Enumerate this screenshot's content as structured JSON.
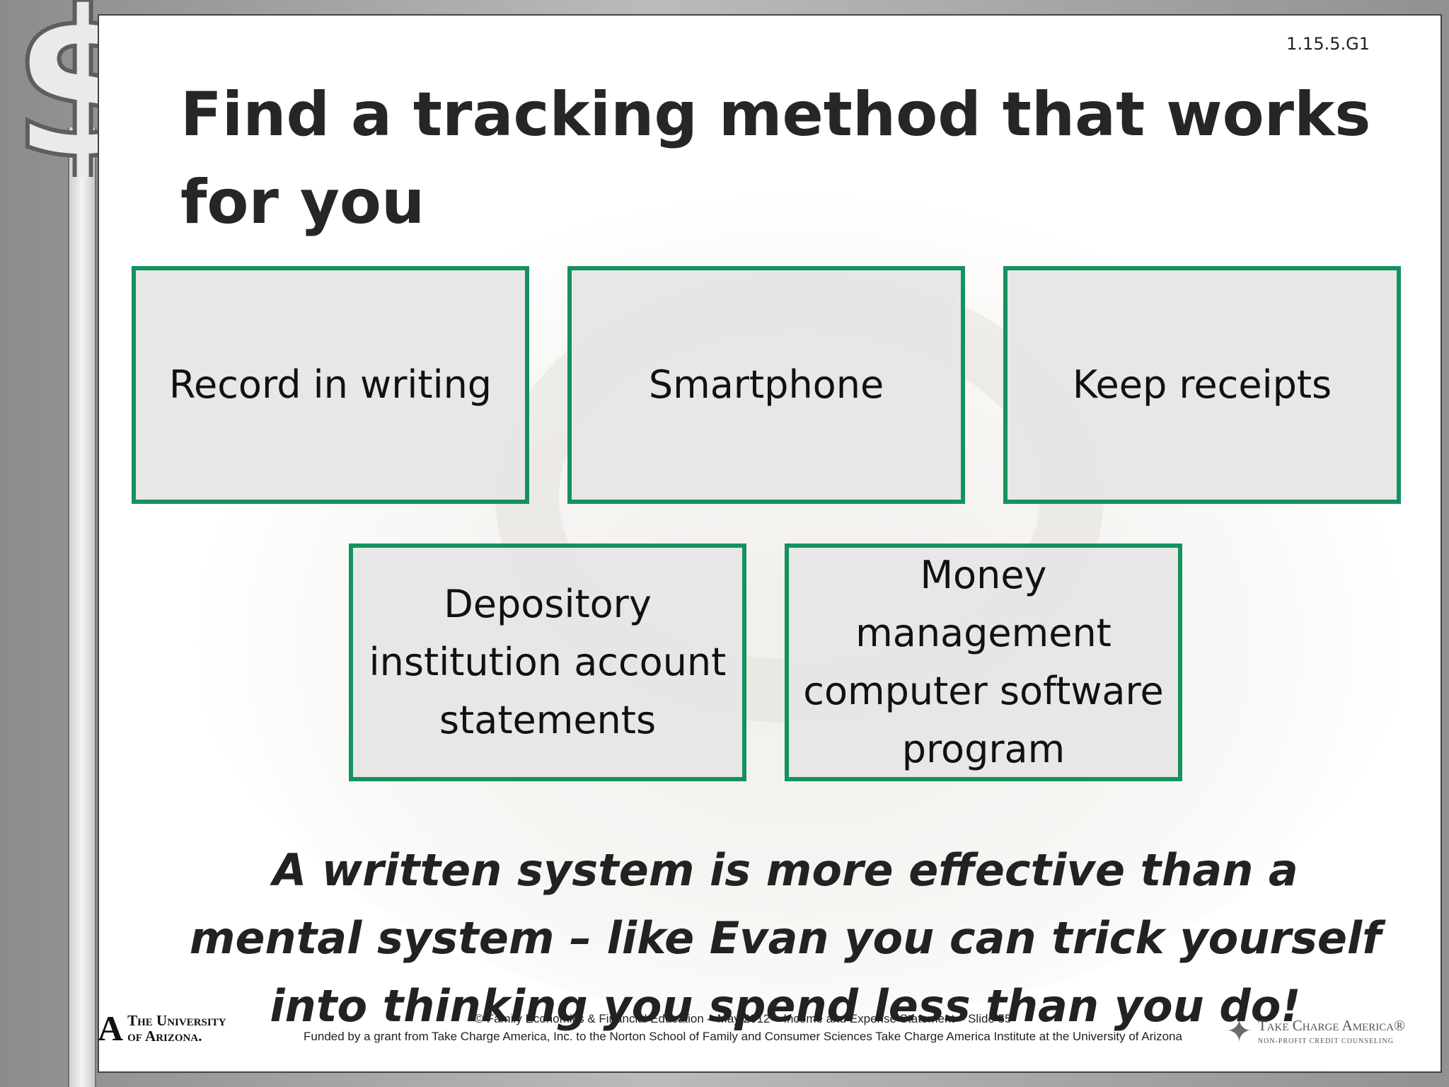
{
  "slide": {
    "code": "1.15.5.G1",
    "title": "Find a tracking method that works for you",
    "methods": [
      {
        "label": "Record in writing"
      },
      {
        "label": "Smartphone"
      },
      {
        "label": "Keep receipts"
      },
      {
        "label": "Depository institution account statements"
      },
      {
        "label": "Money management computer software program"
      }
    ],
    "tagline": "A written system is more effective than a mental system – like Evan you can trick yourself into thinking you spend less than you do!"
  },
  "footer": {
    "copyright": "© Family Economics & Financial Education – May 2012 – Income and Expense Statement – Slide 55",
    "funding": "Funded by a grant from Take Charge America, Inc. to the Norton School of Family and Consumer Sciences  Take Charge America Institute at the University of Arizona"
  },
  "logos": {
    "university": {
      "mark": "A",
      "line1": "The University",
      "line2": "of Arizona."
    },
    "take_charge": {
      "name": "Take Charge America",
      "registered": "®",
      "tagline": "NON-PROFIT CREDIT COUNSELING"
    }
  },
  "colors": {
    "box_border": "#14925e",
    "box_fill": "#e6e6e7",
    "title_text": "#262626"
  },
  "icons": {
    "dollar_sign": "dollar-sign-puzzle-icon",
    "ua_logo": "university-of-arizona-logo",
    "tca_logo": "take-charge-america-logo"
  }
}
